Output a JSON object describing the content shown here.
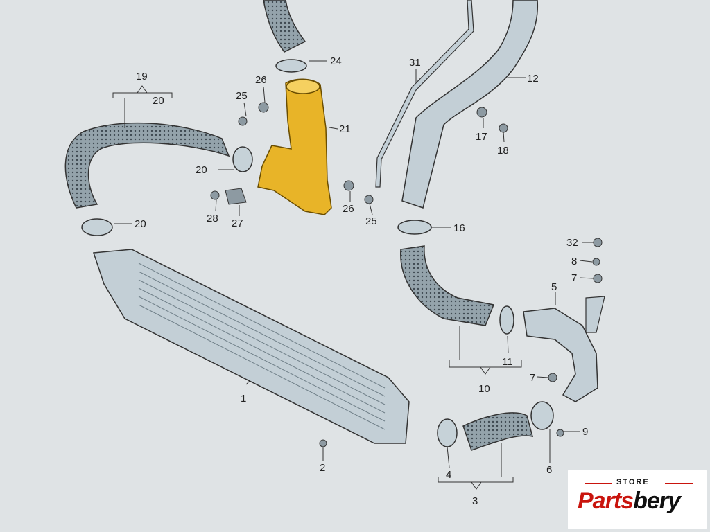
{
  "callouts": {
    "c1": "1",
    "c2": "2",
    "c3": "3",
    "c4": "4",
    "c5": "5",
    "c6": "6",
    "c7a": "7",
    "c7b": "7",
    "c8": "8",
    "c9": "9",
    "c10": "10",
    "c11": "11",
    "c12": "12",
    "c16": "16",
    "c17": "17",
    "c18": "18",
    "c19": "19",
    "c20a": "20",
    "c20b": "20",
    "c20c": "20",
    "c21": "21",
    "c24": "24",
    "c25a": "25",
    "c25b": "25",
    "c26a": "26",
    "c26b": "26",
    "c27": "27",
    "c28": "28",
    "c31": "31",
    "c32": "32"
  },
  "logo": {
    "store": "STORE",
    "brand_a": "Parts",
    "brand_b": "bery"
  },
  "colors": {
    "highlight": "#e8b428",
    "part": "#bcc9d1",
    "hose": "#7d8c94",
    "background": "#dfe3e5"
  }
}
